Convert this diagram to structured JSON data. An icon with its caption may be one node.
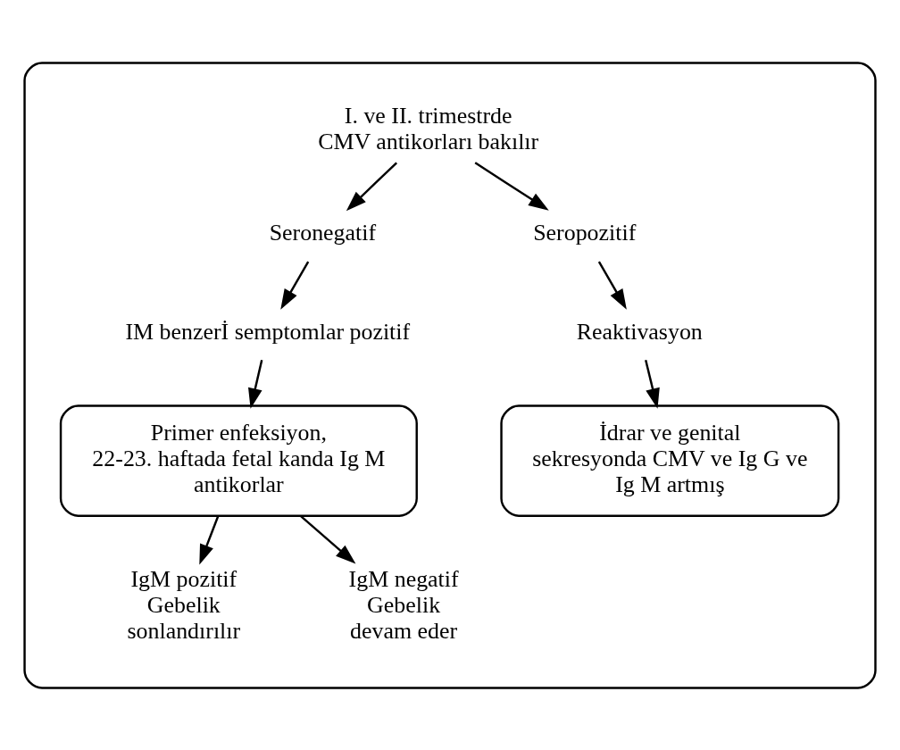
{
  "diagram": {
    "nodes": [
      {
        "text": [],
        "shape": "box"
      },
      {
        "text": [
          "I. ve II. trimestrde CMV antikorları bakılır"
        ],
        "in": 0
      },
      {
        "text": [
          "Seronegatif"
        ],
        "in": 0
      },
      {
        "text": [
          "Seropozitif"
        ],
        "in": 0
      },
      {
        "text": [
          "IM benzerİ semptomlar pozitif"
        ],
        "in": 0
      },
      {
        "text": [
          "Reaktivasyon"
        ],
        "in": 0
      },
      {
        "text": [
          "Primer enfeksiyon, 22-23. haftada fetal kanda Ig M antikorlar"
        ],
        "in": 0
      },
      {
        "text": [
          "İdrar ve genital sekresyonda CMV ve Ig G ve Ig M artmış"
        ],
        "in": 0
      },
      {
        "text": [
          "IgM pozitif",
          "Gebelik sonlandırılır"
        ],
        "in": 0
      },
      {
        "text": [
          "IgM negatif",
          "Gebelik devam eder"
        ],
        "in": 0
      }
    ],
    "edges": [
      {
        "from": 1,
        "to": 2,
        "arrow": "to"
      },
      {
        "from": 1,
        "to": 3,
        "arrow": "to"
      },
      {
        "from": 2,
        "to": 4,
        "arrow": "to"
      },
      {
        "from": 4,
        "to": 6,
        "arrow": "to"
      },
      {
        "from": 3,
        "to": 5,
        "arrow": "to"
      },
      {
        "from": 5,
        "to": 7,
        "arrow": "to"
      },
      {
        "from": 6,
        "to": 8,
        "arrow": "to"
      },
      {
        "from": 6,
        "to": 9,
        "arrow": "to"
      }
    ]
  }
}
